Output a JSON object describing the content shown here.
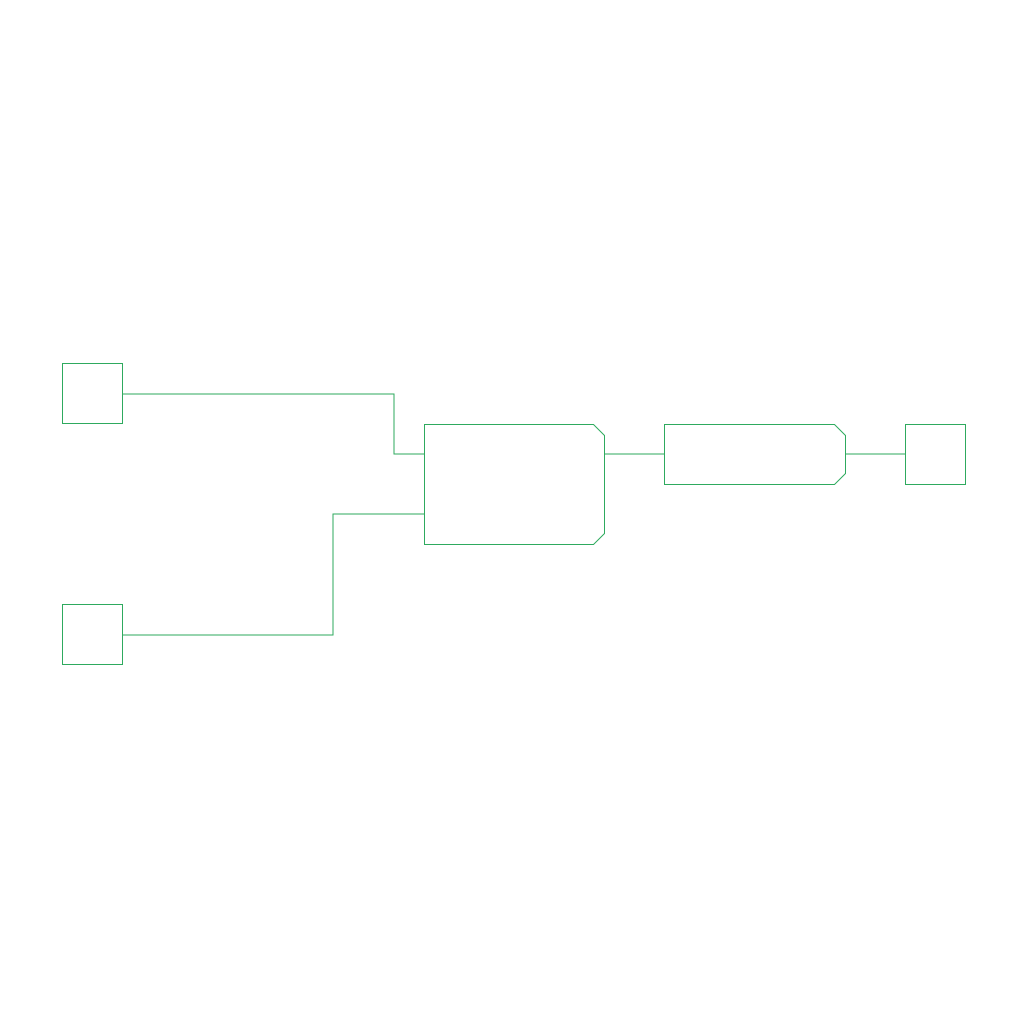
{
  "diagram": {
    "stroke_color": "#2eaa5e",
    "background_color": "#ffffff",
    "nodes": [
      {
        "id": "input-a",
        "shape": "square"
      },
      {
        "id": "input-b",
        "shape": "square"
      },
      {
        "id": "combiner",
        "shape": "beveled-block"
      },
      {
        "id": "processor",
        "shape": "beveled-block"
      },
      {
        "id": "output",
        "shape": "square"
      }
    ],
    "edges": [
      {
        "from": "input-a",
        "to": "combiner"
      },
      {
        "from": "input-b",
        "to": "combiner"
      },
      {
        "from": "combiner",
        "to": "processor"
      },
      {
        "from": "processor",
        "to": "output"
      }
    ]
  }
}
